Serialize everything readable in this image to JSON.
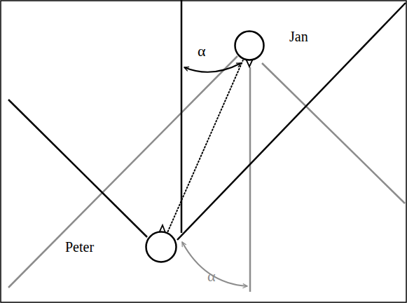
{
  "diagram": {
    "nodes": [
      {
        "text": [
          "Jan"
        ]
      },
      {
        "text": [
          "Peter"
        ]
      }
    ],
    "edges": [
      {
        "from": 1,
        "to": 0,
        "arrow": "none"
      }
    ],
    "labels": [
      "α",
      "α"
    ]
  }
}
